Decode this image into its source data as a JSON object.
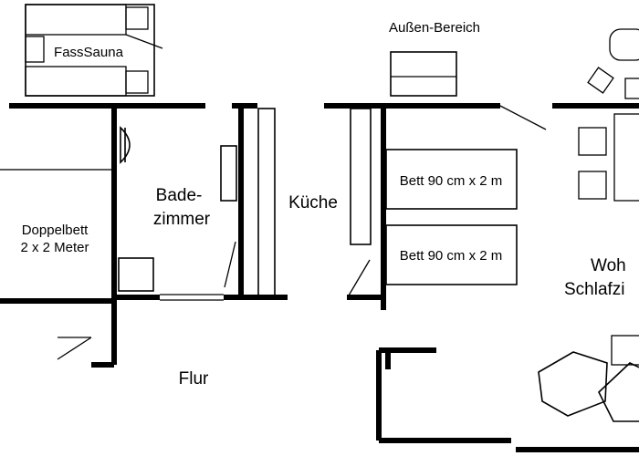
{
  "labels": {
    "sauna": "FassSauna",
    "outdoor": "Außen-Bereich",
    "double_bed_line1": "Doppelbett",
    "double_bed_line2": "2 x 2 Meter",
    "bathroom_line1": "Bade-",
    "bathroom_line2": "zimmer",
    "kitchen": "Küche",
    "bed_upper": "Bett 90 cm x 2 m",
    "bed_lower": "Bett 90 cm x 2 m",
    "living_line1": "Woh",
    "living_line2": "Schlafzi",
    "hallway": "Flur"
  }
}
